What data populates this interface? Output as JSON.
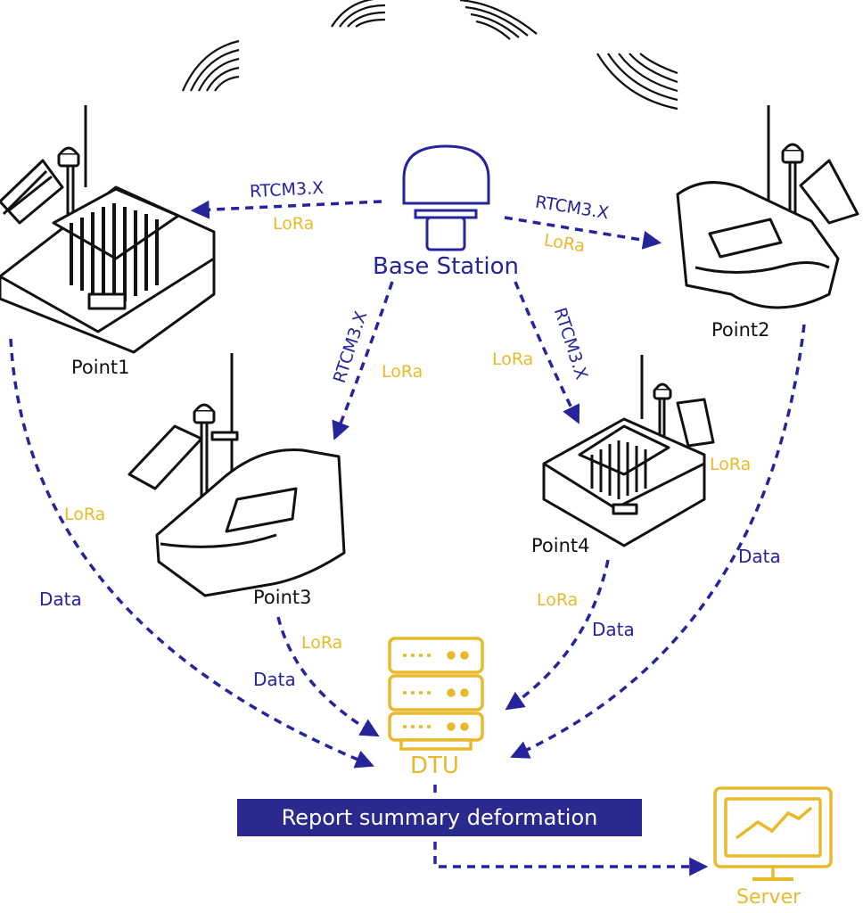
{
  "colors": {
    "link": "#25249b",
    "lora": "#e8b92b",
    "device": "#111111",
    "banner": "#2a2a8e"
  },
  "base_station": {
    "label": "Base Station"
  },
  "points": [
    {
      "label": "Point1",
      "type": "dam"
    },
    {
      "label": "Point2",
      "type": "slope"
    },
    {
      "label": "Point3",
      "type": "slope"
    },
    {
      "label": "Point4",
      "type": "dam"
    }
  ],
  "links": {
    "to_point1": {
      "protocol": "RTCM3.X",
      "radio": "LoRa"
    },
    "to_point2": {
      "protocol": "RTCM3.X",
      "radio": "LoRa"
    },
    "to_point3": {
      "protocol": "RTCM3.X",
      "radio": "LoRa"
    },
    "to_point4": {
      "protocol": "RTCM3.X",
      "radio": "LoRa"
    },
    "point1_to_dtu": {
      "radio": "LoRa",
      "payload": "Data"
    },
    "point2_to_dtu": {
      "radio": "LoRa",
      "payload": "Data"
    },
    "point3_to_dtu": {
      "radio": "LoRa",
      "payload": "Data"
    },
    "point4_to_dtu": {
      "radio": "LoRa",
      "payload": "Data"
    }
  },
  "dtu": {
    "label": "DTU"
  },
  "report": {
    "label": "Report summary deformation"
  },
  "server": {
    "label": "Server"
  },
  "icons": [
    "signal-wave-icon",
    "gnss-antenna-icon",
    "solar-panel-icon",
    "server-rack-icon",
    "monitor-icon"
  ]
}
